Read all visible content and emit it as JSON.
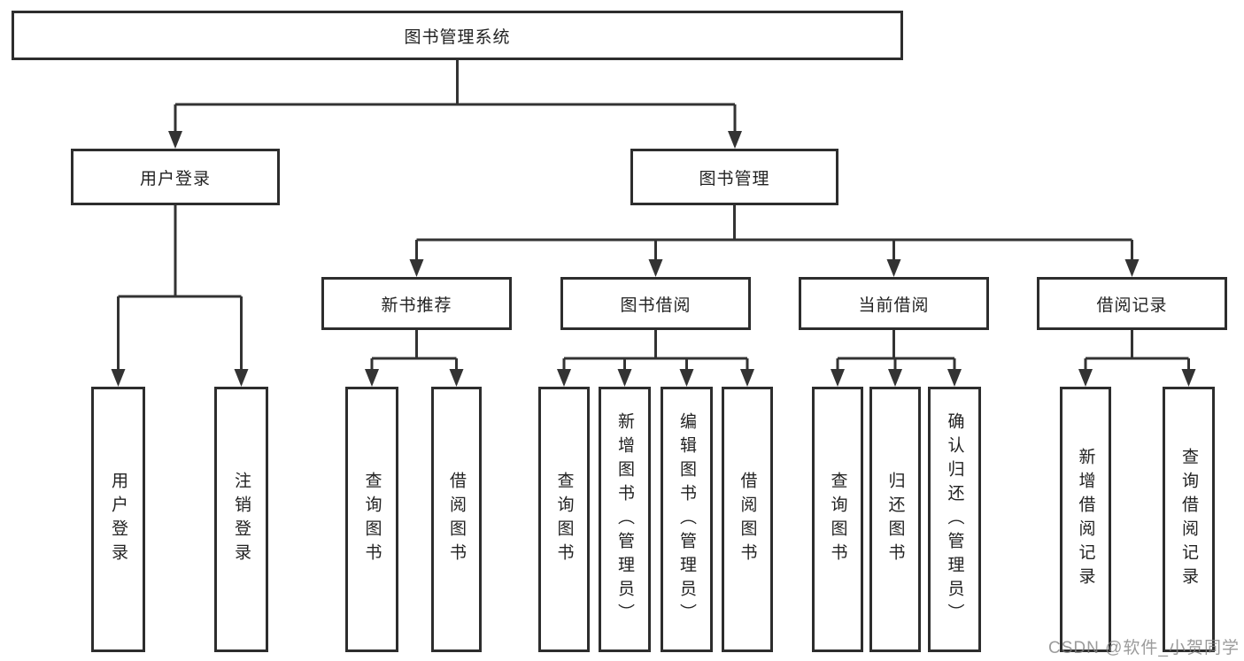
{
  "colors": {
    "line": "#333333",
    "box_border": "#2d2d2d",
    "text": "#222222",
    "watermark": "#828282",
    "background": "#ffffff"
  },
  "nodes": {
    "root": "图书管理系统",
    "level2": {
      "user_login": "用户登录",
      "book_management": "图书管理"
    },
    "level3": {
      "new_book_recommend": "新书推荐",
      "book_borrow": "图书借阅",
      "current_borrow": "当前借阅",
      "borrow_records": "借阅记录"
    },
    "leaves": {
      "user_login_group": [
        "用户登录",
        "注销登录"
      ],
      "new_book_group": [
        "查询图书",
        "借阅图书"
      ],
      "book_borrow_group": [
        "查询图书",
        "新增图书（管理员）",
        "编辑图书（管理员）",
        "借阅图书"
      ],
      "current_borrow_group": [
        "查询图书",
        "归还图书",
        "确认归还（管理员）"
      ],
      "borrow_records_group": [
        "新增借阅记录",
        "查询借阅记录"
      ]
    }
  },
  "watermark": "CSDN @软件_小贺同学"
}
